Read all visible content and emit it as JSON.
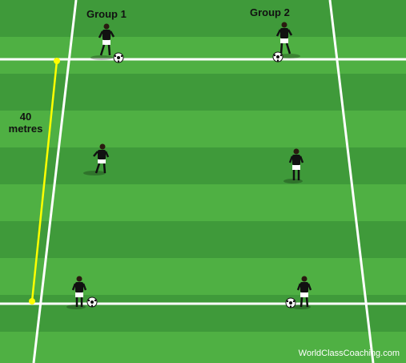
{
  "labels": {
    "group_1": "Group 1",
    "group_2": "Group 2",
    "distance_value": "40",
    "distance_unit": "metres"
  },
  "watermark": "WorldClassCoaching.com",
  "colors": {
    "grass_light": "#4fb043",
    "grass_dark": "#3f9a3a",
    "field_lines": "#ffffff",
    "measure_line": "#ffff00",
    "player_shirt": "#111111",
    "player_shorts": "#ffffff"
  }
}
